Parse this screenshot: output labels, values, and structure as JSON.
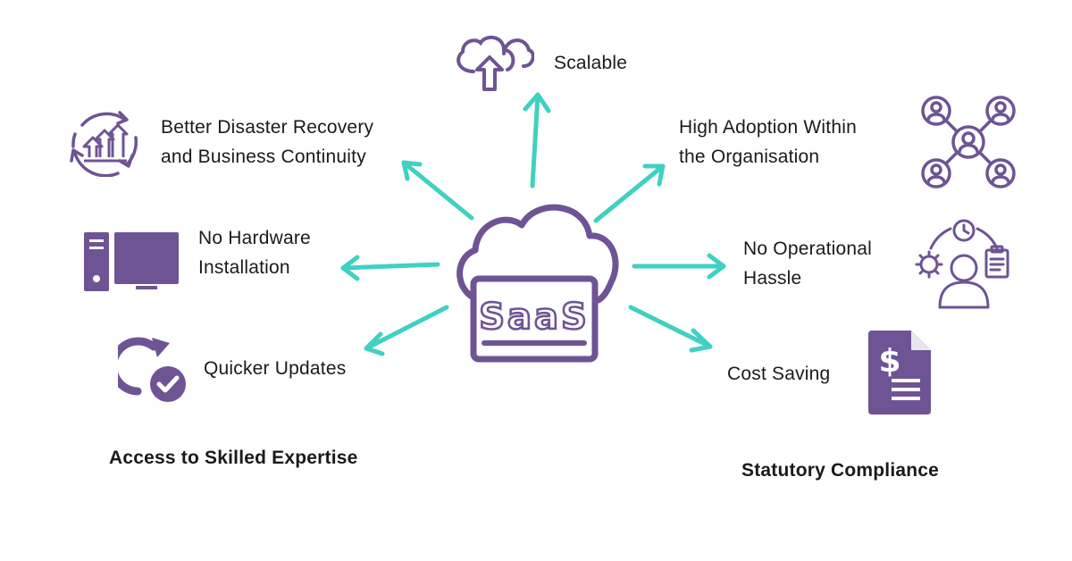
{
  "center": {
    "label": "SaaS"
  },
  "benefits": [
    {
      "id": "scalable",
      "lines": [
        "Scalable"
      ],
      "icon": "cloud-upload-icon"
    },
    {
      "id": "disaster-recovery",
      "lines": [
        "Better Disaster Recovery",
        "and Business Continuity"
      ],
      "icon": "growth-cycle-icon"
    },
    {
      "id": "high-adoption",
      "lines": [
        "High Adoption Within",
        "the Organisation"
      ],
      "icon": "people-network-icon"
    },
    {
      "id": "no-hardware",
      "lines": [
        "No Hardware",
        "Installation"
      ],
      "icon": "desktop-computer-icon"
    },
    {
      "id": "no-operational-hassle",
      "lines": [
        "No Operational",
        "Hassle"
      ],
      "icon": "operations-person-icon"
    },
    {
      "id": "quicker-updates",
      "lines": [
        "Quicker Updates"
      ],
      "icon": "update-check-icon"
    },
    {
      "id": "cost-saving",
      "lines": [
        "Cost Saving"
      ],
      "icon": "invoice-dollar-icon"
    }
  ],
  "footer": {
    "left": "Access to Skilled Expertise",
    "right": "Statutory Compliance"
  },
  "colors": {
    "purple": "#6e5494",
    "teal": "#3fd1c2",
    "text": "#1a1a1a"
  }
}
